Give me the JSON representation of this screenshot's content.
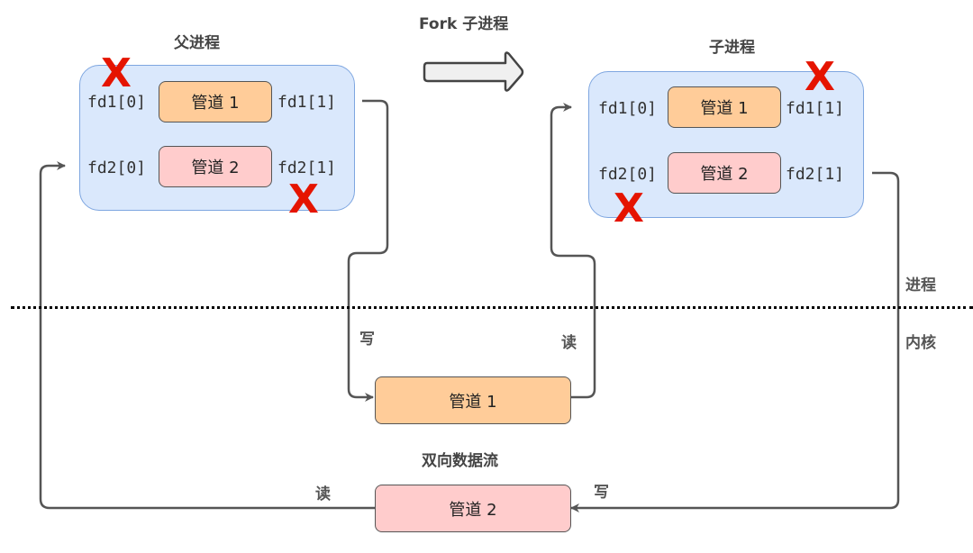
{
  "parent": {
    "title": "父进程",
    "fd1_read": "fd1[0]",
    "fd1_write": "fd1[1]",
    "fd2_read": "fd2[0]",
    "fd2_write": "fd2[1]",
    "pipe1": "管道 1",
    "pipe2": "管道 2",
    "closed": [
      "fd1[0]",
      "fd2[1]"
    ]
  },
  "fork": {
    "label": "Fork 子进程",
    "icon": "right-arrow-icon"
  },
  "child": {
    "title": "子进程",
    "fd1_read": "fd1[0]",
    "fd1_write": "fd1[1]",
    "fd2_read": "fd2[0]",
    "fd2_write": "fd2[1]",
    "pipe1": "管道 1",
    "pipe2": "管道 2",
    "closed": [
      "fd1[1]",
      "fd2[0]"
    ]
  },
  "close_mark": "X",
  "layers": {
    "user": "进程",
    "kernel": "内核"
  },
  "kernel": {
    "pipe1": "管道 1",
    "pipe2": "管道 2",
    "pipe1_write_label": "写",
    "pipe1_read_label": "读",
    "pipe2_write_label": "写",
    "pipe2_read_label": "读",
    "caption": "双向数据流"
  },
  "colors": {
    "process_fill": "#dae8fc",
    "process_border": "#7ea6e0",
    "pipe1_fill": "#ffcc99",
    "pipe2_fill": "#ffcccc",
    "close_mark": "#e51400",
    "connector": "#555555"
  }
}
